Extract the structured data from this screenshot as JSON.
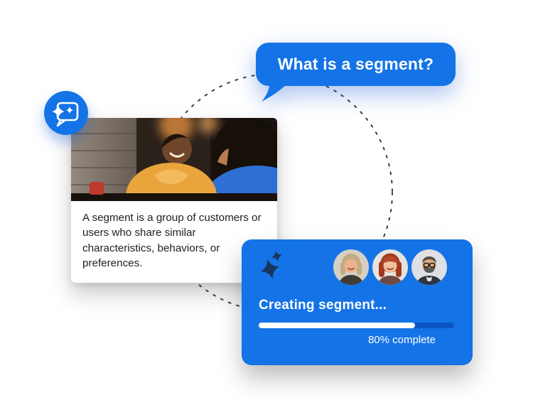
{
  "question_bubble": {
    "text": "What is a segment?"
  },
  "definition_card": {
    "text": "A segment is a group of customers or users who share similar characteristics, behaviors, or preferences.",
    "badge_icon": "ai-assistant-chat-sparkle-icon",
    "photo": "two-colleagues-collaborating-photo"
  },
  "segment_card": {
    "icon": "sparkles-icon",
    "avatars": [
      "woman-gray-hair",
      "woman-red-hair",
      "man-glasses-beard"
    ],
    "title": "Creating segment...",
    "progress_percent": 80,
    "progress_label": "80% complete"
  },
  "colors": {
    "brand_blue": "#1473E6",
    "sparkle_navy": "#1A355E",
    "progress_track_blue": "#0D55C6",
    "progress_fill_white": "#FFFFFF",
    "body_text": "#1F1F1F",
    "dashed_circle_gray": "#3D3D3D",
    "background": "#FFFFFF"
  }
}
